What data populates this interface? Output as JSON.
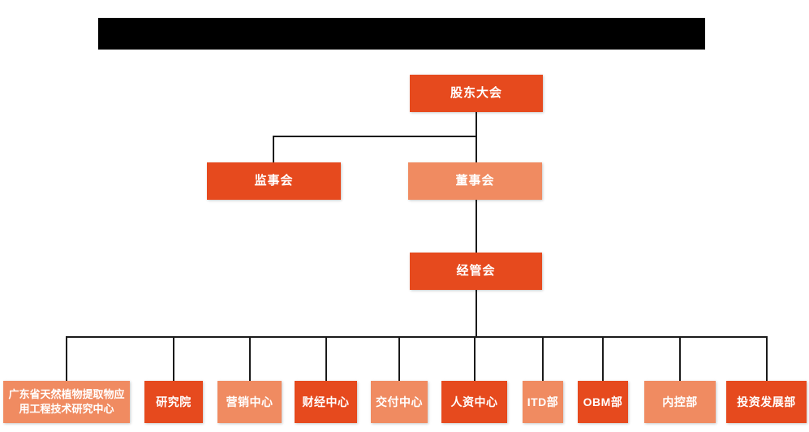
{
  "page": {
    "redacted_title_present": true
  },
  "colors": {
    "primary_orange": "#E64A1E",
    "secondary_salmon": "#F08B61",
    "connector_line": "#1a1a1a",
    "redaction_bar": "#000000",
    "background": "#ffffff",
    "node_text": "#ffffff"
  },
  "org_chart": {
    "root": {
      "label": "股东大会"
    },
    "level2": {
      "supervisory": {
        "label": "监事会"
      },
      "board": {
        "label": "董事会"
      }
    },
    "level3": {
      "management": {
        "label": "经管会"
      }
    },
    "departments": [
      {
        "label": "广东省天然植物提取物应用工程技术研究中心",
        "variant": "light"
      },
      {
        "label": "研究院",
        "variant": "dark"
      },
      {
        "label": "营销中心",
        "variant": "light"
      },
      {
        "label": "财经中心",
        "variant": "dark"
      },
      {
        "label": "交付中心",
        "variant": "light"
      },
      {
        "label": "人资中心",
        "variant": "dark"
      },
      {
        "label": "ITD部",
        "variant": "light"
      },
      {
        "label": "OBM部",
        "variant": "dark"
      },
      {
        "label": "内控部",
        "variant": "light"
      },
      {
        "label": "投资发展部",
        "variant": "dark"
      }
    ],
    "hierarchy_note": "股东大会 > (监事会, 董事会) ; 董事会 > 经管会 ; 经管会 > 10 departments"
  }
}
